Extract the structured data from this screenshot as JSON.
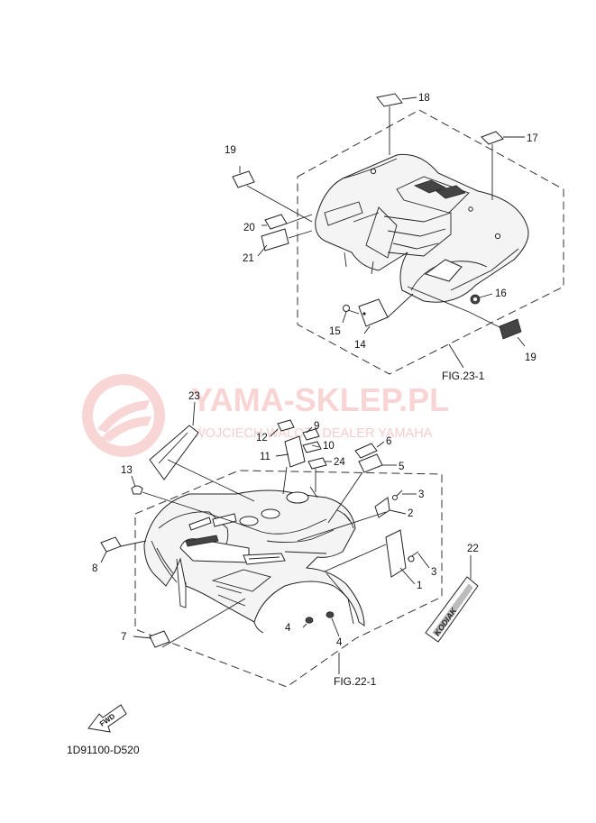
{
  "watermark": {
    "brand": "YAMA-SKLEP.PL",
    "tagline": "WOJCIECH WALCZ | DEALER YAMAHA"
  },
  "figures": {
    "rear": "FIG.23-1",
    "front": "FIG.22-1"
  },
  "fwd_label": "FWD",
  "drawing_code": "1D91100-D520",
  "decal_text": "KODIAK",
  "callouts": {
    "p1": "1",
    "p2": "2",
    "p3a": "3",
    "p3b": "3",
    "p4a": "4",
    "p4b": "4",
    "p5": "5",
    "p6": "6",
    "p7": "7",
    "p8": "8",
    "p9": "9",
    "p10": "10",
    "p11": "11",
    "p12": "12",
    "p13": "13",
    "p14": "14",
    "p15": "15",
    "p16": "16",
    "p17": "17",
    "p18": "18",
    "p19a": "19",
    "p19b": "19",
    "p20": "20",
    "p21": "21",
    "p22": "22",
    "p23": "23",
    "p24": "24"
  },
  "colors": {
    "watermark": "#e24a4a",
    "lines": "#222222"
  }
}
